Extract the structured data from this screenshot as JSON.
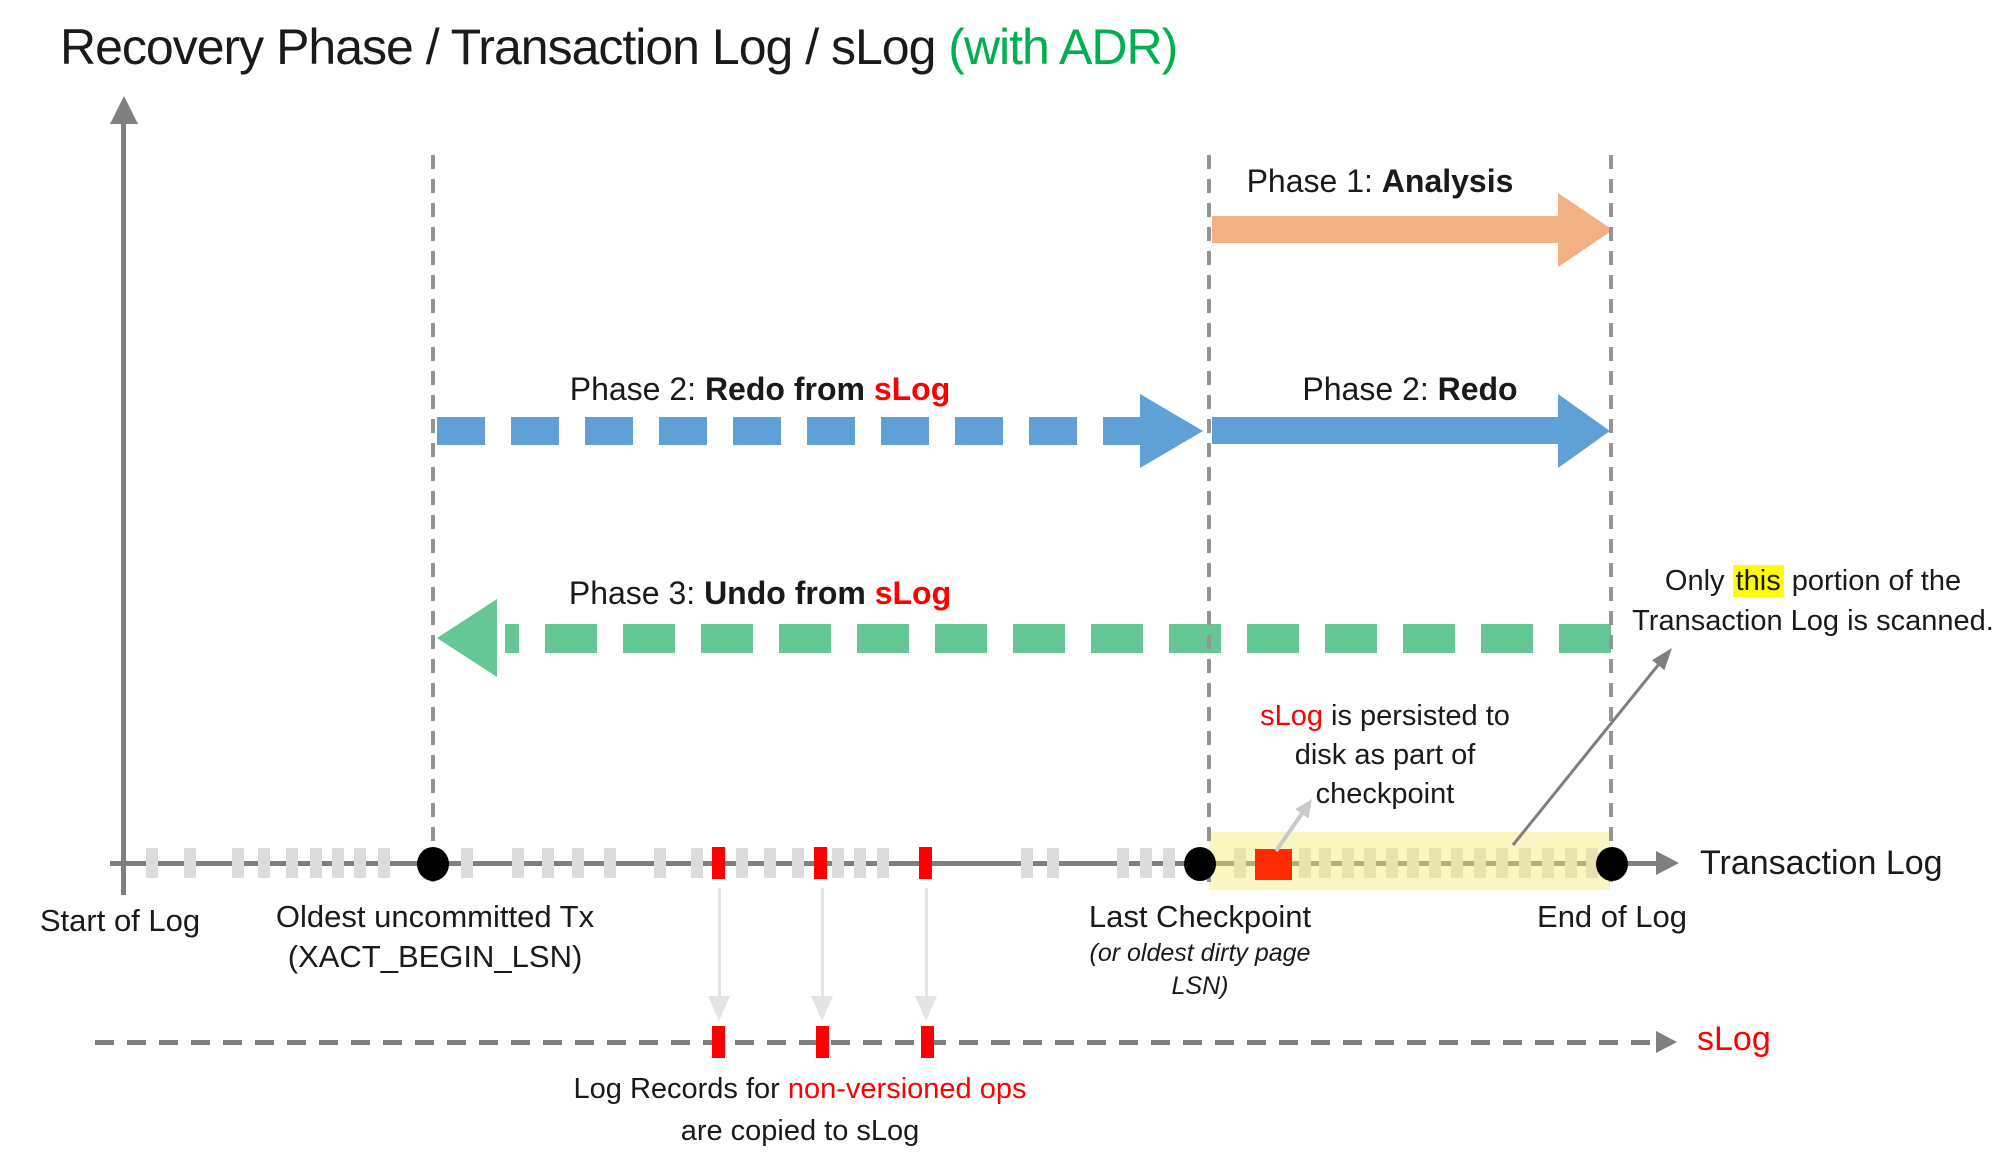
{
  "title": {
    "main": "Recovery Phase / Transaction Log / sLog ",
    "suffix": "(with ADR)"
  },
  "colors": {
    "accent_green_title": "#00B050",
    "accent_orange": "#F2B083",
    "accent_blue": "#5FA0D6",
    "accent_mint": "#66C796",
    "accent_red": "#FE0000",
    "accent_red_square": "#FF2B00",
    "axis_gray": "#7F7F7F",
    "guide_gray": "#949494",
    "tick_gray": "#DCDCDC",
    "conn_gray": "#E4E4E4",
    "scan_band": "rgba(242,235,120,0.45)",
    "highlight_yellow": "#FFFF00"
  },
  "phases": {
    "phase1": {
      "prefix": "Phase 1: ",
      "name": "Analysis"
    },
    "phase2_slog": {
      "prefix": "Phase 2: ",
      "name": "Redo from ",
      "highlight": "sLog"
    },
    "phase2": {
      "prefix": "Phase 2: ",
      "name": "Redo"
    },
    "phase3": {
      "prefix": "Phase 3: ",
      "name": "Undo from ",
      "highlight": "sLog"
    }
  },
  "annotations": {
    "scan_note": {
      "pre": "Only ",
      "highlight": "this",
      "post": " portion of the",
      "line2": "Transaction Log is scanned."
    },
    "persist_note": {
      "red": "sLog",
      "line1_rest": " is persisted to",
      "line2": "disk as part of",
      "line3": "checkpoint"
    },
    "copy_note": {
      "line1_black": "Log Records for ",
      "line1_red": "non-versioned ops",
      "line2": "are copied to sLog"
    }
  },
  "axis_labels": {
    "start_of_log": "Start of Log",
    "oldest_tx_line1": "Oldest uncommitted Tx",
    "oldest_tx_line2": "(XACT_BEGIN_LSN)",
    "last_checkpoint": "Last Checkpoint",
    "last_checkpoint_sub1": "(or oldest dirty page",
    "last_checkpoint_sub2": "LSN)",
    "end_of_log": "End of Log",
    "transaction_log": "Transaction Log",
    "slog": "sLog"
  },
  "ticks": {
    "gray": [
      152,
      190,
      238,
      264,
      292,
      316,
      338,
      360,
      384,
      467,
      518,
      548,
      578,
      610,
      660,
      697,
      742,
      770,
      798,
      838,
      860,
      883,
      1027,
      1053,
      1123,
      1146,
      1169,
      1240,
      1305,
      1325,
      1348,
      1370,
      1392,
      1413,
      1435,
      1457,
      1480,
      1502,
      1525,
      1548,
      1571,
      1592
    ],
    "red": [
      718,
      820,
      925
    ],
    "slog_red": [
      718,
      822,
      927
    ],
    "connectors": [
      719,
      822,
      926
    ]
  }
}
